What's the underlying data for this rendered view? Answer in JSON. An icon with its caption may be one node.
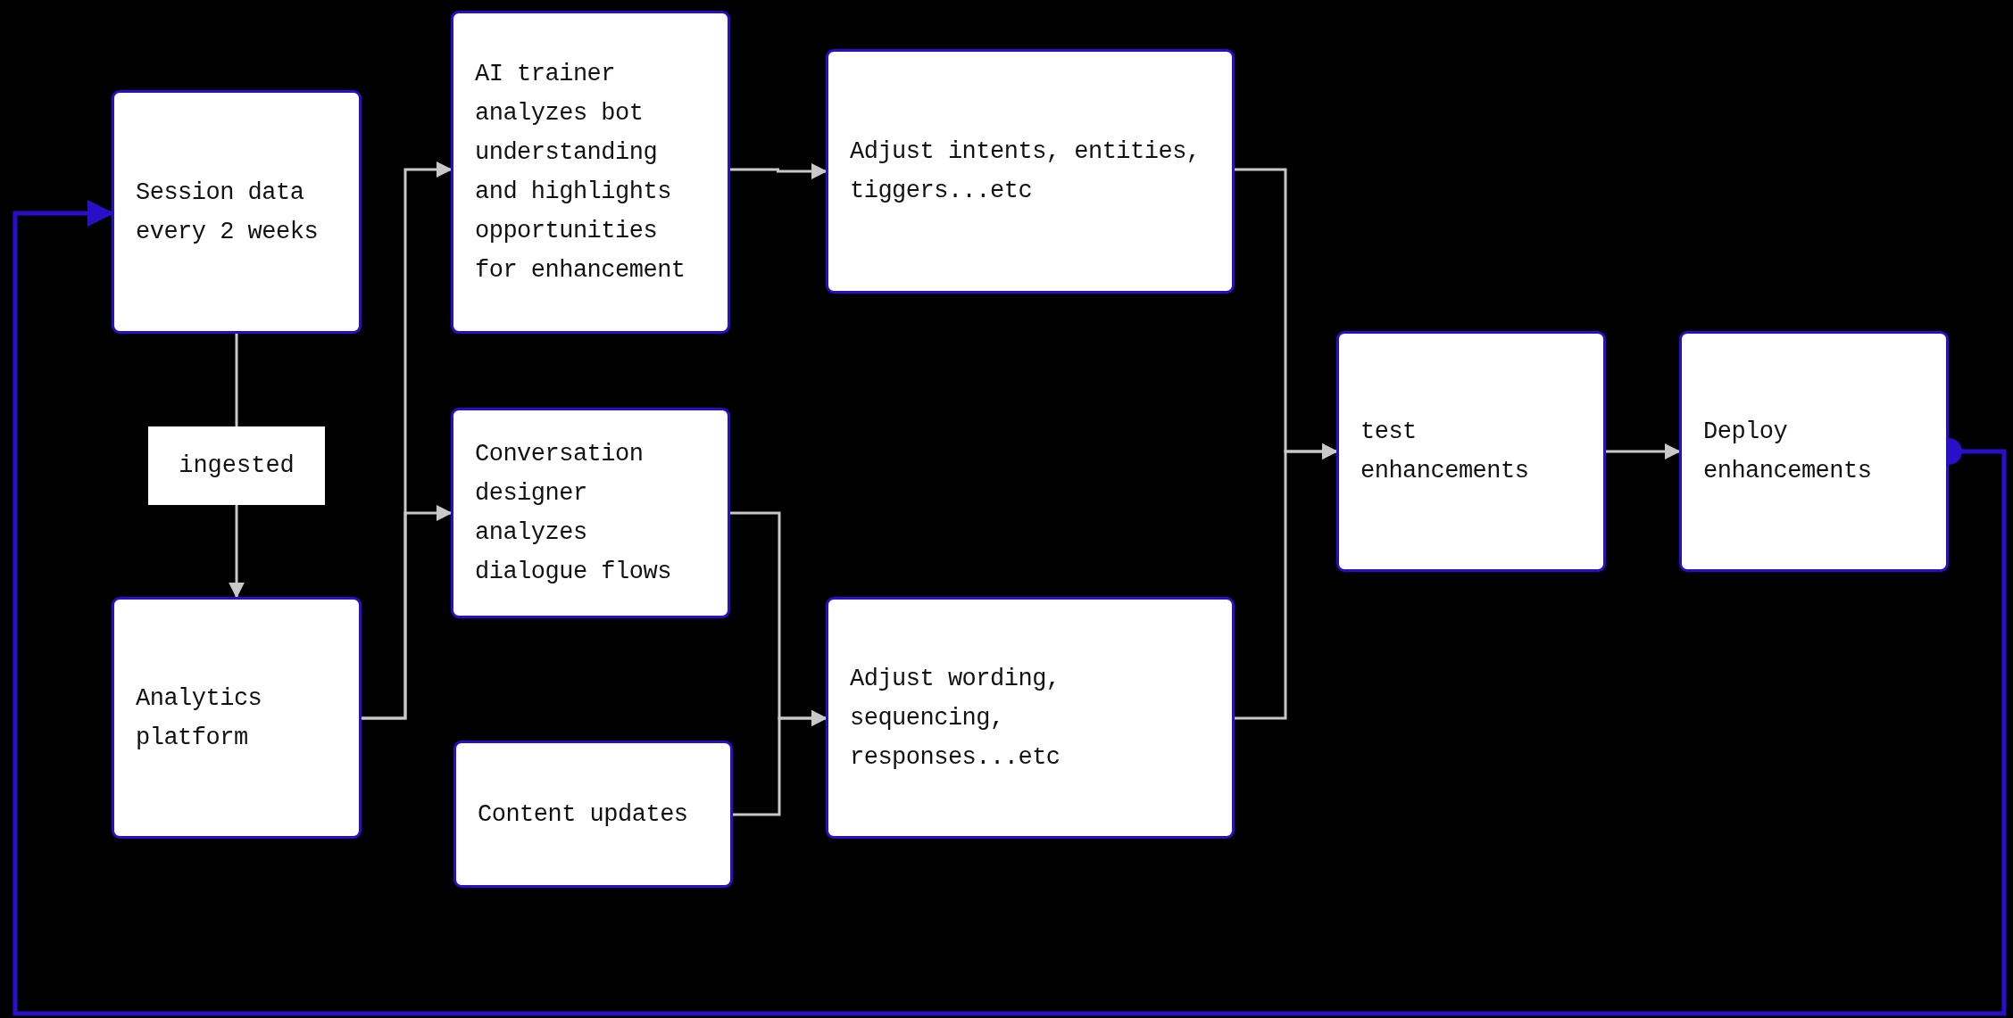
{
  "diagram": {
    "nodes": [
      {
        "text": [
          "Session data every 2 weeks"
        ]
      },
      {
        "text": [
          "Analytics platform"
        ]
      },
      {
        "text": [
          "AI trainer analyzes bot understanding and highlights opportunities for enhancement"
        ]
      },
      {
        "text": [
          "Conversation designer analyzes dialogue flows"
        ]
      },
      {
        "text": [
          "Content updates"
        ]
      },
      {
        "text": [
          "Adjust intents, entities, tiggers...etc"
        ]
      },
      {
        "text": [
          "Adjust wording, sequencing, responses...etc"
        ]
      },
      {
        "text": [
          "test enhancements"
        ]
      },
      {
        "text": [
          "Deploy enhancements"
        ]
      }
    ],
    "edges": [
      {
        "from": 0,
        "to": 1,
        "arrow": "to",
        "label": "ingested"
      },
      {
        "from": 1,
        "to": 2,
        "arrow": "to"
      },
      {
        "from": 1,
        "to": 3,
        "arrow": "to"
      },
      {
        "from": 2,
        "to": 5,
        "arrow": "to"
      },
      {
        "from": 3,
        "to": 6,
        "arrow": "to"
      },
      {
        "from": 4,
        "to": 6,
        "arrow": "to"
      },
      {
        "from": 5,
        "to": 7,
        "arrow": "to"
      },
      {
        "from": 6,
        "to": 7,
        "arrow": "to"
      },
      {
        "from": 7,
        "to": 8,
        "arrow": "to"
      },
      {
        "from": 8,
        "to": 0,
        "arrow": "to",
        "color": "#2a0fc8"
      }
    ]
  }
}
